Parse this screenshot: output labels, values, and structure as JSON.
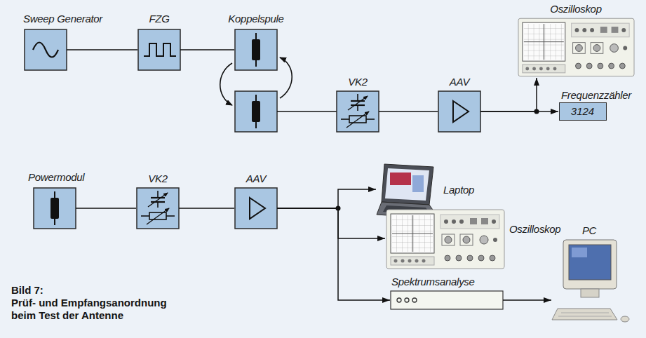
{
  "diagram": {
    "title": "Bild 7:",
    "caption": "Prüf- und Empfangsanordnung beim Test der Antenne",
    "nodes": [
      {
        "text": [
          "Sweep Generator"
        ]
      },
      {
        "text": [
          "FZG"
        ]
      },
      {
        "text": [
          "Koppelspule"
        ]
      },
      {
        "text": [
          "VK2"
        ]
      },
      {
        "text": [
          "AAV"
        ]
      },
      {
        "text": [
          "Oszilloskop"
        ]
      },
      {
        "text": [
          "Frequenzzähler",
          "3124"
        ]
      },
      {
        "text": [
          "Powermodul"
        ]
      },
      {
        "text": [
          "VK2"
        ]
      },
      {
        "text": [
          "AAV"
        ]
      },
      {
        "text": [
          "Laptop"
        ]
      },
      {
        "text": [
          "Oszilloskop"
        ]
      },
      {
        "text": [
          "Spektrumsanalyse"
        ]
      },
      {
        "text": [
          "PC"
        ]
      }
    ],
    "edges": [
      {
        "from": 0,
        "to": 1,
        "arrow": "none"
      },
      {
        "from": 1,
        "to": 2,
        "arrow": "none"
      },
      {
        "from": 3,
        "to": 4,
        "arrow": "none"
      },
      {
        "from": 4,
        "to": 5,
        "arrow": "to"
      },
      {
        "from": 4,
        "to": 6,
        "arrow": "to"
      },
      {
        "from": 7,
        "to": 8,
        "arrow": "none"
      },
      {
        "from": 8,
        "to": 9,
        "arrow": "none"
      },
      {
        "from": 9,
        "to": 10,
        "arrow": "to"
      },
      {
        "from": 9,
        "to": 11,
        "arrow": "to"
      },
      {
        "from": 9,
        "to": 12,
        "arrow": "to"
      },
      {
        "from": 12,
        "to": 13,
        "arrow": "to"
      }
    ]
  }
}
